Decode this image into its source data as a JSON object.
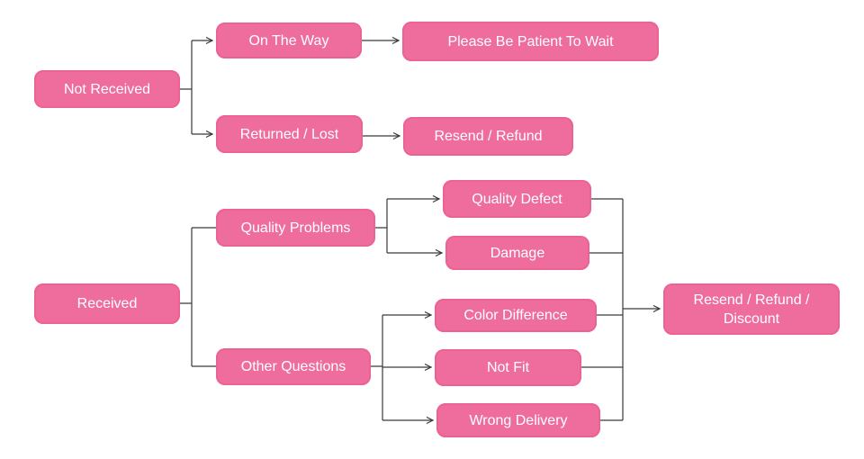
{
  "diagram": {
    "type": "flowchart",
    "background_color": "#ffffff",
    "colors": {
      "node_fill": "#ee6d9c",
      "node_border": "#ec6295",
      "node_text": "#ffffff",
      "connector": "#3a3a3a"
    },
    "nodes": {
      "not_received": {
        "label": "Not Received"
      },
      "on_the_way": {
        "label": "On The Way"
      },
      "please_wait": {
        "label": "Please Be Patient To Wait"
      },
      "returned_lost": {
        "label": "Returned / Lost"
      },
      "resend_refund": {
        "label": "Resend / Refund"
      },
      "received": {
        "label": "Received"
      },
      "quality_problems": {
        "label": "Quality Problems"
      },
      "quality_defect": {
        "label": "Quality Defect"
      },
      "damage": {
        "label": "Damage"
      },
      "other_questions": {
        "label": "Other Questions"
      },
      "color_difference": {
        "label": "Color Difference"
      },
      "not_fit": {
        "label": "Not Fit"
      },
      "wrong_delivery": {
        "label": "Wrong Delivery"
      },
      "resend_refund_discount": {
        "label": "Resend / Refund / Discount"
      }
    },
    "edges": [
      {
        "from": "not_received",
        "to": "on_the_way",
        "arrow": true
      },
      {
        "from": "not_received",
        "to": "returned_lost",
        "arrow": true
      },
      {
        "from": "on_the_way",
        "to": "please_wait",
        "arrow": true
      },
      {
        "from": "returned_lost",
        "to": "resend_refund",
        "arrow": true
      },
      {
        "from": "received",
        "to": "quality_problems",
        "arrow": false
      },
      {
        "from": "received",
        "to": "other_questions",
        "arrow": false
      },
      {
        "from": "quality_problems",
        "to": "quality_defect",
        "arrow": true
      },
      {
        "from": "quality_problems",
        "to": "damage",
        "arrow": true
      },
      {
        "from": "other_questions",
        "to": "color_difference",
        "arrow": true
      },
      {
        "from": "other_questions",
        "to": "not_fit",
        "arrow": true
      },
      {
        "from": "other_questions",
        "to": "wrong_delivery",
        "arrow": true
      },
      {
        "from": "quality_defect",
        "to": "resend_refund_discount",
        "arrow": true
      },
      {
        "from": "damage",
        "to": "resend_refund_discount",
        "arrow": true
      },
      {
        "from": "color_difference",
        "to": "resend_refund_discount",
        "arrow": true
      },
      {
        "from": "not_fit",
        "to": "resend_refund_discount",
        "arrow": true
      },
      {
        "from": "wrong_delivery",
        "to": "resend_refund_discount",
        "arrow": true
      }
    ]
  }
}
